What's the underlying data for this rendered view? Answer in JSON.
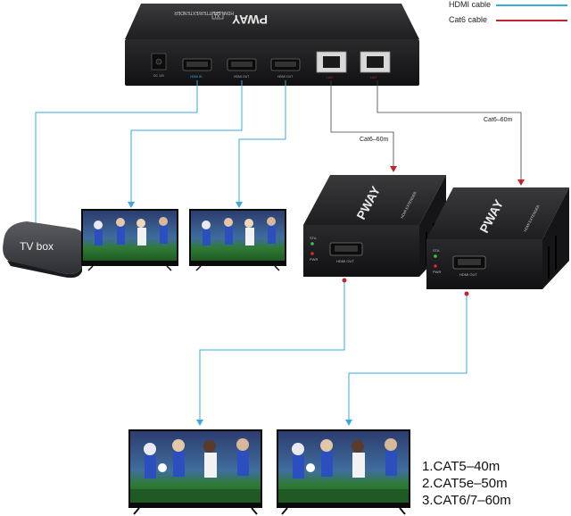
{
  "legend": {
    "hdmi_label": "HDMI cable",
    "hdmi_color": "#3aa9dd",
    "cat6_label": "Cat6 cable",
    "cat6_color": "#c0272d"
  },
  "splitter": {
    "brand": "PWAY",
    "model_text": "HDMI SPLITTER/EXTENDER",
    "tx_badge": "TX",
    "port_labels": [
      "DC 12V",
      "HDMI IN",
      "HDMI OUT",
      "HDMI OUT",
      "LAN",
      "LAN"
    ]
  },
  "source": {
    "label": "TV box"
  },
  "cables": {
    "cat6_left": "Cat6–60m",
    "cat6_right": "Cat6–60m"
  },
  "receivers": [
    {
      "brand": "PWAY",
      "model_text": "HDMI EXTENDER",
      "sta": "STA",
      "pwr": "PWR",
      "port": "HDMI OUT"
    },
    {
      "brand": "PWAY",
      "model_text": "HDMI EXTENDER",
      "sta": "STA",
      "pwr": "PWR",
      "port": "HDMI OUT"
    }
  ],
  "specs": {
    "line1": "1.CAT5–40m",
    "line2": "2.CAT5e–50m",
    "line3": "3.CAT6/7–60m"
  }
}
